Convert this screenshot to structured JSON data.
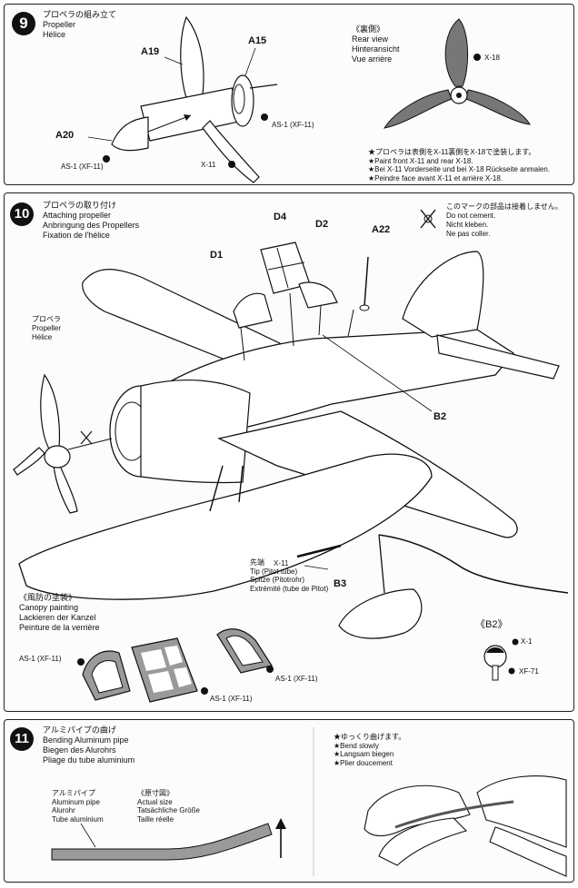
{
  "step9": {
    "number": "9",
    "title_lines": [
      "プロペラの組み立て",
      "Propeller",
      "Hélice"
    ],
    "parts": {
      "a19": "A19",
      "a15": "A15",
      "a20": "A20"
    },
    "paint_marks": {
      "as1_hub": "AS-1 (XF-11)",
      "as1_spinner": "AS-1 (XF-11)",
      "x11": "X-11"
    },
    "rear_view": {
      "lines": [
        "《裏側》",
        "Rear view",
        "Hinteransicht",
        "Vue arrière"
      ],
      "x18": "X-18"
    },
    "note_lines": [
      "★プロペラは表側をX-11裏側をX-18で塗装します。",
      "★Paint front X-11 and rear X-18.",
      "★Bei X-11 Vorderseite und bei X-18 Rückseite anmalen.",
      "★Peindre face avant X-11 et arrière X-18."
    ]
  },
  "step10": {
    "number": "10",
    "title_lines": [
      "プロペラの取り付け",
      "Attaching propeller",
      "Anbringung des Propellers",
      "Fixation de l'hélice"
    ],
    "do_not_cement": [
      "このマークの部品は接着しません。",
      "Do not cement.",
      "Nicht kleben.",
      "Ne pas coller."
    ],
    "parts": {
      "d4": "D4",
      "d2": "D2",
      "a22": "A22",
      "d1": "D1",
      "b2": "B2",
      "b3": "B3"
    },
    "propeller_lines": [
      "プロペラ",
      "Propeller",
      "Hélice"
    ],
    "tip_lines": [
      "先端",
      "Tip (Pitot tube)",
      "Spitze (Pitotrohr)",
      "Extrémité (tube de Pitot)"
    ],
    "tip_x11": "X-11",
    "canopy_lines": [
      "《風防の塗装》",
      "Canopy painting",
      "Lackieren der Kanzel",
      "Peinture de la verrière"
    ],
    "canopy_marks": [
      "AS-1 (XF-11)",
      "AS-1 (XF-11)",
      "AS-1 (XF-11)"
    ],
    "b2_detail": {
      "title": "《B2》",
      "x1": "X-1",
      "xf71": "XF-71"
    }
  },
  "step11": {
    "number": "11",
    "title_lines": [
      "アルミパイプの曲げ",
      "Bending Aluminum pipe",
      "Biegen des Alurohrs",
      "Pliage du tube aluminium"
    ],
    "pipe_lines": [
      "アルミパイプ",
      "Aluminum pipe",
      "Alurohr",
      "Tube aluminium"
    ],
    "size_lines": [
      "《原寸図》",
      "Actual size",
      "Tatsächliche Größe",
      "Taille réelle"
    ],
    "bend_lines": [
      "★ゆっくり曲げます。",
      "★Bend slowly",
      "★Langsam biegen",
      "★Plier doucement"
    ]
  },
  "colors": {
    "ink": "#111111",
    "panel_border": "#222222",
    "gray_fill": "#9a9a9a",
    "paper": "#fcfcfc"
  }
}
